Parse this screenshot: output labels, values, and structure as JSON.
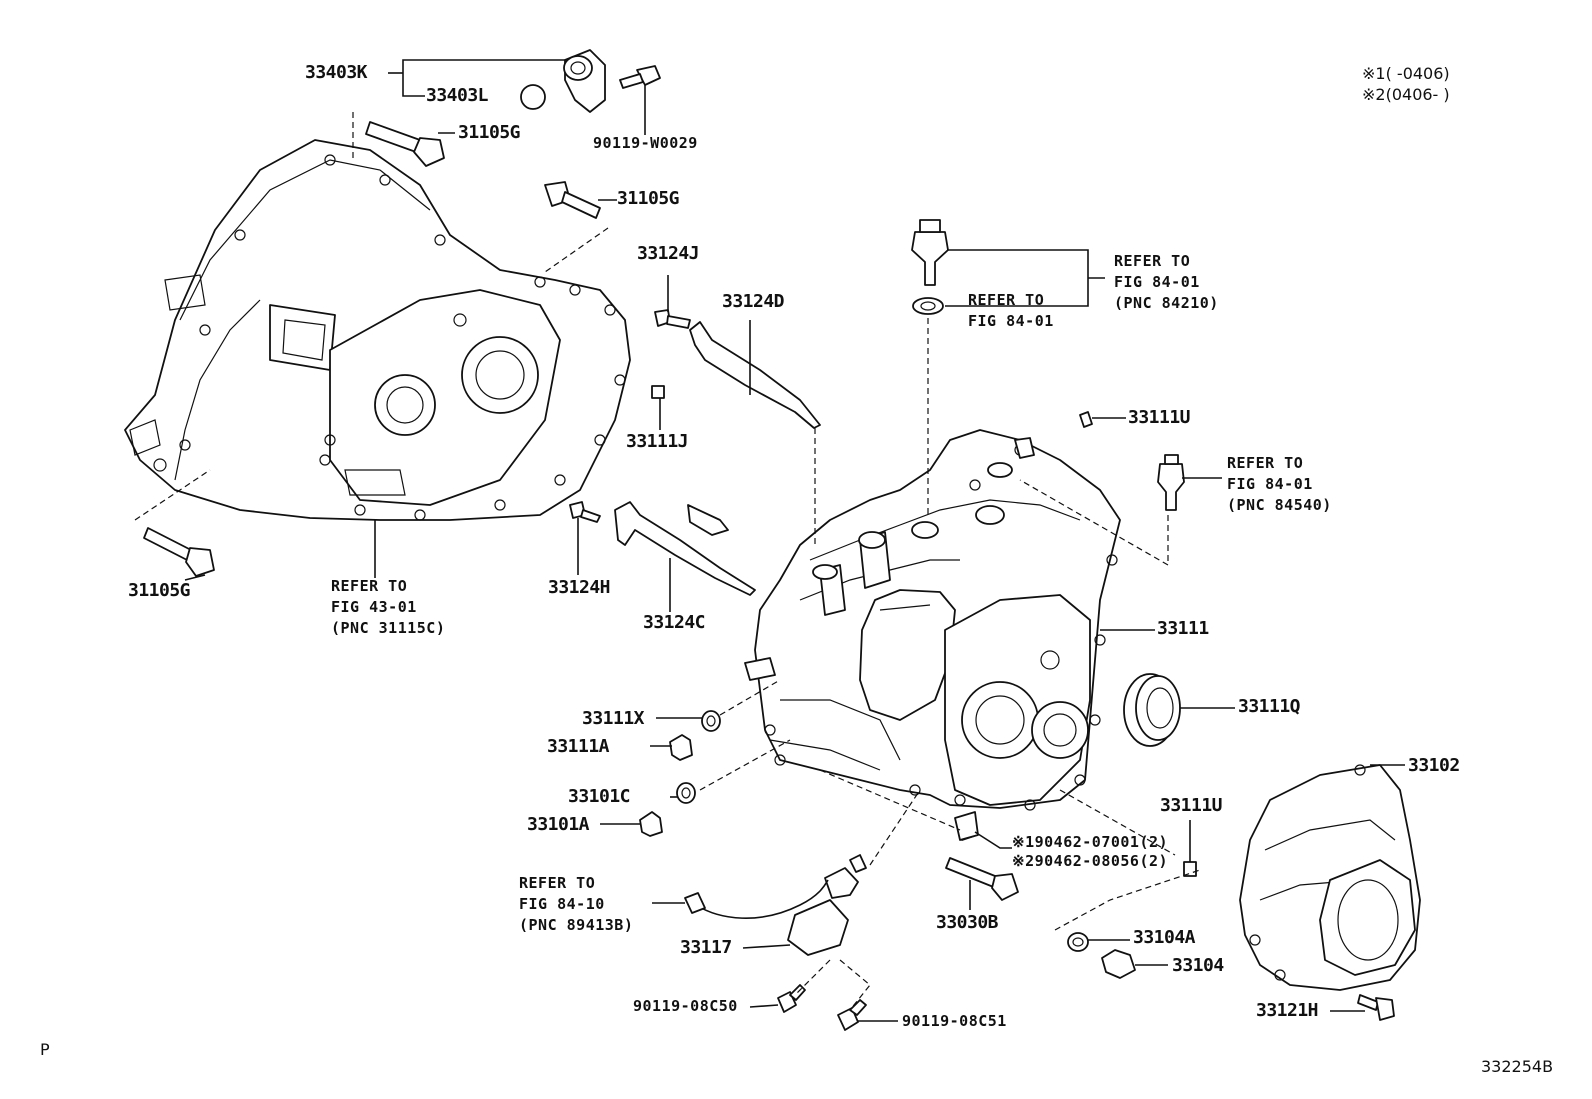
{
  "notes": {
    "note1": "※1(      -0406)",
    "note2": "※2(0406-      )"
  },
  "labels": {
    "p33403K": "33403K",
    "p33403L": "33403L",
    "p90119W0029": "90119-W0029",
    "p31105G_top": "31105G",
    "p31105G_mid": "31105G",
    "p31105G_bottom": "31105G",
    "p33124J": "33124J",
    "p33124D": "33124D",
    "p33111J": "33111J",
    "p33124H": "33124H",
    "p33124C": "33124C",
    "p33111U_top": "33111U",
    "p33111": "33111",
    "p33111Q": "33111Q",
    "p33102": "33102",
    "p33111X": "33111X",
    "p33111A": "33111A",
    "p33101C": "33101C",
    "p33101A": "33101A",
    "p33111U_bottom": "33111U",
    "p90462_1": "※190462-07001(2)",
    "p90462_2": "※290462-08056(2)",
    "p33030B": "33030B",
    "p33117": "33117",
    "p33104A": "33104A",
    "p33104": "33104",
    "p33121H": "33121H",
    "p9011908C50": "90119-08C50",
    "p9011908C51": "90119-08C51"
  },
  "refs": {
    "fig43": {
      "l1": "REFER TO",
      "l2": "FIG 43-01",
      "l3": "(PNC 31115C)"
    },
    "fig84a": {
      "l1": "REFER TO",
      "l2": "FIG 84-01",
      "l3": "(PNC 84210)"
    },
    "fig84b": {
      "l1": "REFER TO",
      "l2": "FIG 84-01"
    },
    "fig84c": {
      "l1": "REFER TO",
      "l2": "FIG 84-01",
      "l3": "(PNC 84540)"
    },
    "fig8410": {
      "l1": "REFER TO",
      "l2": "FIG 84-10",
      "l3": "(PNC 89413B)"
    }
  },
  "footer": {
    "page_letter": "P",
    "figure_code": "332254B"
  }
}
